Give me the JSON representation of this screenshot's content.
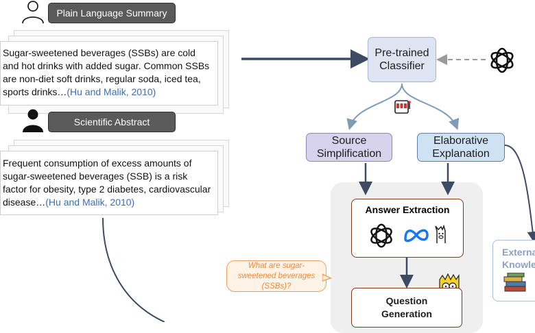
{
  "plain_summary": {
    "label": "Plain Language Summary",
    "text": "Sugar-sweetened beverages (SSBs) are cold and hot drinks with added sugar. Common SSBs are non-diet soft drinks, regular soda, iced tea, sports drinks…",
    "citation": "(Hu and Malik, 2010)"
  },
  "scientific_abstract": {
    "label": "Scientific Abstract",
    "text": "Frequent consumption of excess amounts of sugar-sweetened beverages (SSB) is a risk factor for obesity, type 2 diabetes, cardiovascular disease…",
    "citation": "(Hu and Malik, 2010)"
  },
  "nodes": {
    "classifier": "Pre-trained Classifier",
    "source_simplification": "Source Simplification",
    "elaborative_explanation": "Elaborative Explanation",
    "answer_extraction": "Answer Extraction",
    "question_generation": "Question Generation",
    "external_knowledge": "External Knowledge"
  },
  "speech_bubble": "What are sugar-sweetened beverages (SSBs)?",
  "colors": {
    "classifier_fill": "#dfe4f3",
    "source_fill": "#d7d3ec",
    "elaborative_fill": "#cfe2f3",
    "arrow": "#3d4a63",
    "branch_arrow": "#7f9bb5",
    "panel": "#efefef"
  },
  "icons": [
    "user-outline-icon",
    "user-filled-icon",
    "openai-logo-icon",
    "slot-machine-icon",
    "meta-logo-icon",
    "llama-icon",
    "cartoon-character-icon",
    "books-icon"
  ]
}
